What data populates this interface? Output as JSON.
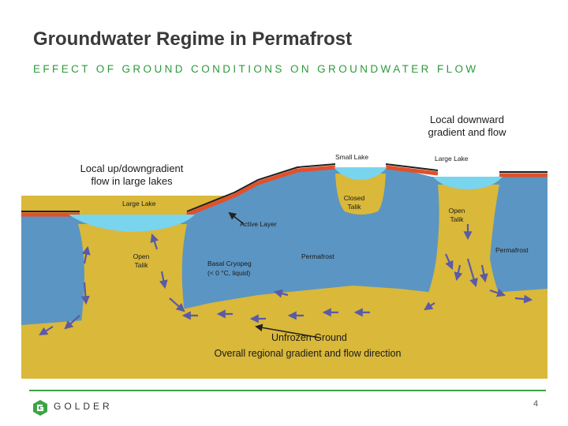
{
  "slide": {
    "title": "Groundwater Regime in Permafrost",
    "subtitle": "EFFECT OF GROUND CONDITIONS ON GROUNDWATER FLOW",
    "page_number": "4"
  },
  "callouts": {
    "left_large_lake": "Local up/downgradient flow in large lakes",
    "right_large_lake": "Local downward gradient and flow",
    "regional": "Overall regional gradient and flow direction"
  },
  "diagram_labels": {
    "small_lake": "Small Lake",
    "large_lake_left": "Large Lake",
    "large_lake_right": "Large Lake",
    "closed_talik": "Closed Talik",
    "open_talik_left": "Open Talik",
    "open_talik_right": "Open Talik",
    "active_layer": "Active Layer",
    "permafrost_center": "Permafrost",
    "permafrost_right": "Permafrost",
    "basal_cryopeg": "Basal Cryopeg",
    "cryopeg_note": "(< 0 °C, liquid)",
    "unfrozen_ground": "Unfrozen Ground"
  },
  "footer": {
    "logo_text": "GOLDER"
  },
  "colors": {
    "permafrost": "#5b95c3",
    "unfrozen": "#d9b83a",
    "lake": "#79d4ee",
    "active_layer": "#e1502a",
    "arrow": "#5a5aa8",
    "accent_green": "#3aa346"
  }
}
